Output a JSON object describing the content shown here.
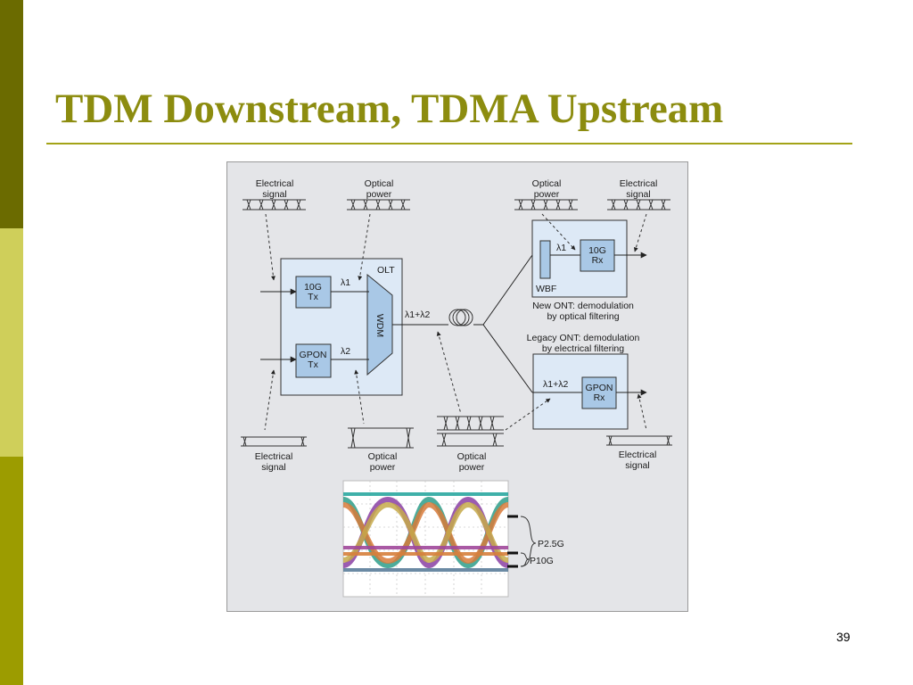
{
  "slide": {
    "title": "TDM Downstream, TDMA Upstream",
    "page_number": "39"
  },
  "diagram": {
    "olt_label": "OLT",
    "olt_tx_10g": [
      "10G",
      "Tx"
    ],
    "olt_tx_gpon": [
      "GPON",
      "Tx"
    ],
    "wdm_label": "WDM",
    "lambda1": "λ1",
    "lambda2": "λ2",
    "lambda_sum": "λ1+λ2",
    "wbf_label": "WBF",
    "rx_10g": [
      "10G",
      "Rx"
    ],
    "rx_gpon": [
      "GPON",
      "Rx"
    ],
    "new_ont_caption": [
      "New ONT: demodulation",
      "by optical filtering"
    ],
    "legacy_ont_caption": [
      "Legacy ONT: demodulation",
      "by electrical filtering"
    ],
    "top_left_signal": [
      "Electrical",
      "signal"
    ],
    "top_optical_power": [
      "Optical",
      "power"
    ],
    "top_right_optical_power": [
      "Optical",
      "power"
    ],
    "top_right_signal": [
      "Electrical",
      "signal"
    ],
    "bottom_left_signal": [
      "Electrical",
      "signal"
    ],
    "bottom_optical_power": [
      "Optical",
      "power"
    ],
    "bottom_combined_optical_power": [
      "Optical",
      "power"
    ],
    "bottom_right_signal": [
      "Electrical",
      "signal"
    ],
    "eye_p25g": "P2.5G",
    "eye_p10g": "P10G"
  }
}
